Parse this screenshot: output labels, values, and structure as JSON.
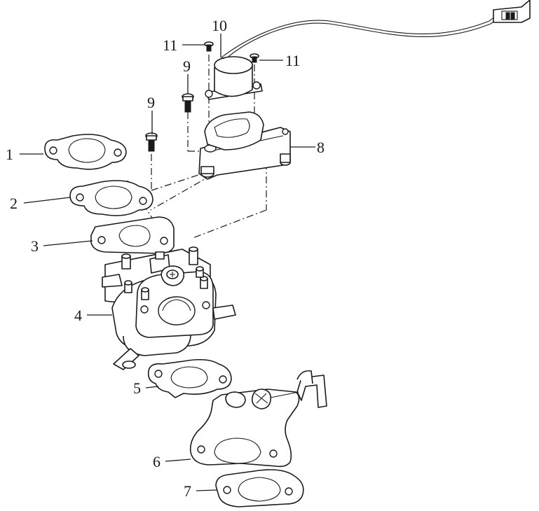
{
  "diagram": {
    "type": "exploded parts diagram (carburetor assembly)",
    "callouts": [
      {
        "id": "c1",
        "label": "1"
      },
      {
        "id": "c2",
        "label": "2"
      },
      {
        "id": "c3",
        "label": "3"
      },
      {
        "id": "c4",
        "label": "4"
      },
      {
        "id": "c5",
        "label": "5"
      },
      {
        "id": "c6",
        "label": "6"
      },
      {
        "id": "c7",
        "label": "7"
      },
      {
        "id": "c8",
        "label": "8"
      },
      {
        "id": "c9a",
        "label": "9"
      },
      {
        "id": "c9b",
        "label": "9"
      },
      {
        "id": "c10",
        "label": "10"
      },
      {
        "id": "c11a",
        "label": "11"
      },
      {
        "id": "c11b",
        "label": "11"
      }
    ]
  }
}
